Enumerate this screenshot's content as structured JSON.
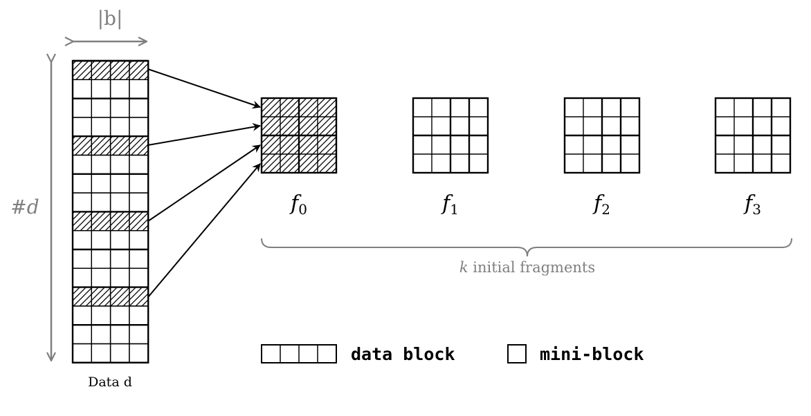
{
  "colors": {
    "ink": "#000000",
    "annotation": "#7f7f7f",
    "hatch": "#000000"
  },
  "data_column": {
    "width_label": "|b|",
    "height_label": "#d",
    "caption": "Data d",
    "rows_of_mini_blocks": 16,
    "mini_blocks_per_row": 4,
    "hatched_rows": [
      0,
      4,
      8,
      12
    ]
  },
  "fragments": [
    {
      "label": "f0",
      "label_main": "f",
      "label_sub": "0",
      "hatched": true
    },
    {
      "label": "f1",
      "label_main": "f",
      "label_sub": "1",
      "hatched": false
    },
    {
      "label": "f2",
      "label_main": "f",
      "label_sub": "2",
      "hatched": false
    },
    {
      "label": "f3",
      "label_main": "f",
      "label_sub": "3",
      "hatched": false
    }
  ],
  "brace_label": "k initial fragments",
  "brace_label_var": "k",
  "brace_label_text": " initial fragments",
  "legend": {
    "data_block_label": "data block",
    "mini_block_label": "mini-block"
  },
  "icons": [
    "double-arrow-horizontal",
    "double-arrow-vertical",
    "arrow",
    "brace"
  ]
}
